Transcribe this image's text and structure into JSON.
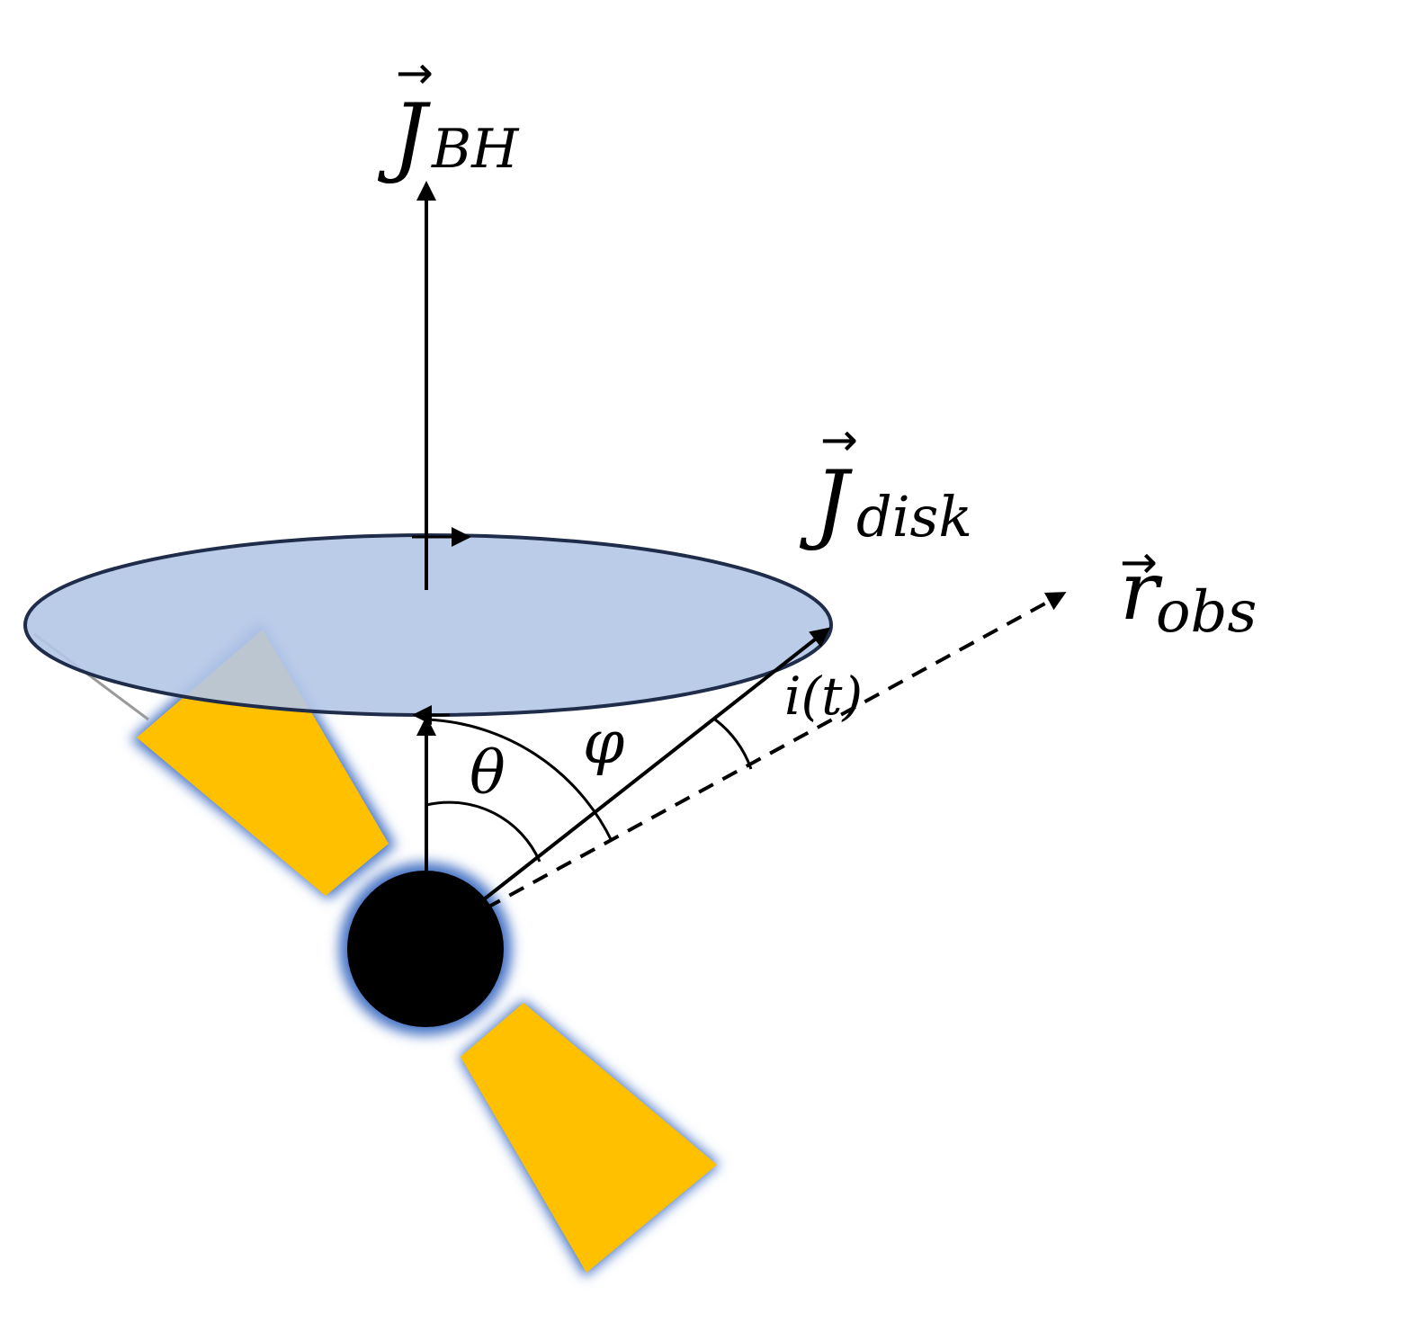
{
  "labels": {
    "j_bh": {
      "symbol": "J",
      "subscript": "BH"
    },
    "j_disk": {
      "symbol": "J",
      "subscript": "disk"
    },
    "r_obs": {
      "symbol": "r",
      "subscript": "obs"
    },
    "theta": "θ",
    "phi": "φ",
    "inclination": "i(t)",
    "vector_mark": "→"
  },
  "colors": {
    "disk_fill": "#b4c7e7",
    "disk_stroke": "#1f2d4a",
    "jet_fill": "#ffc000",
    "jet_glow": "#4472c4",
    "black_hole": "#000000",
    "line": "#000000"
  }
}
